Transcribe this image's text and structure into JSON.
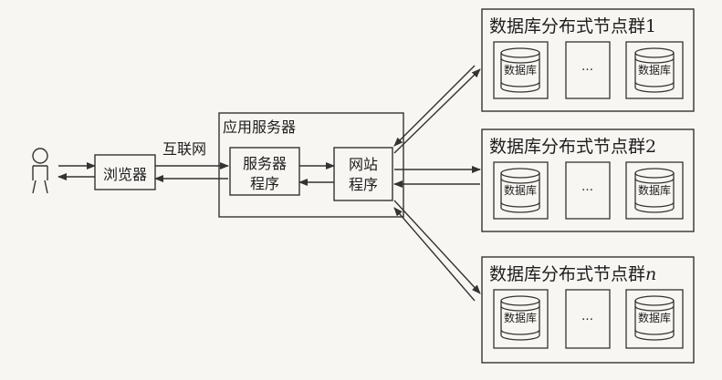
{
  "browser_label": "浏览器",
  "internet_label": "互联网",
  "app_server": {
    "title": "应用服务器",
    "server_program": [
      "服务器",
      "程序"
    ],
    "web_program": [
      "网站",
      "程序"
    ]
  },
  "clusters": [
    {
      "title": "数据库分布式节点群",
      "suffix": "1",
      "suffix_italic": false
    },
    {
      "title": "数据库分布式节点群",
      "suffix": "2",
      "suffix_italic": false
    },
    {
      "title": "数据库分布式节点群",
      "suffix": "n",
      "suffix_italic": true
    }
  ],
  "db_label": "数据库",
  "ellipsis": "…",
  "colors": {
    "stroke": "#333333",
    "background": "#f7f6f2"
  }
}
